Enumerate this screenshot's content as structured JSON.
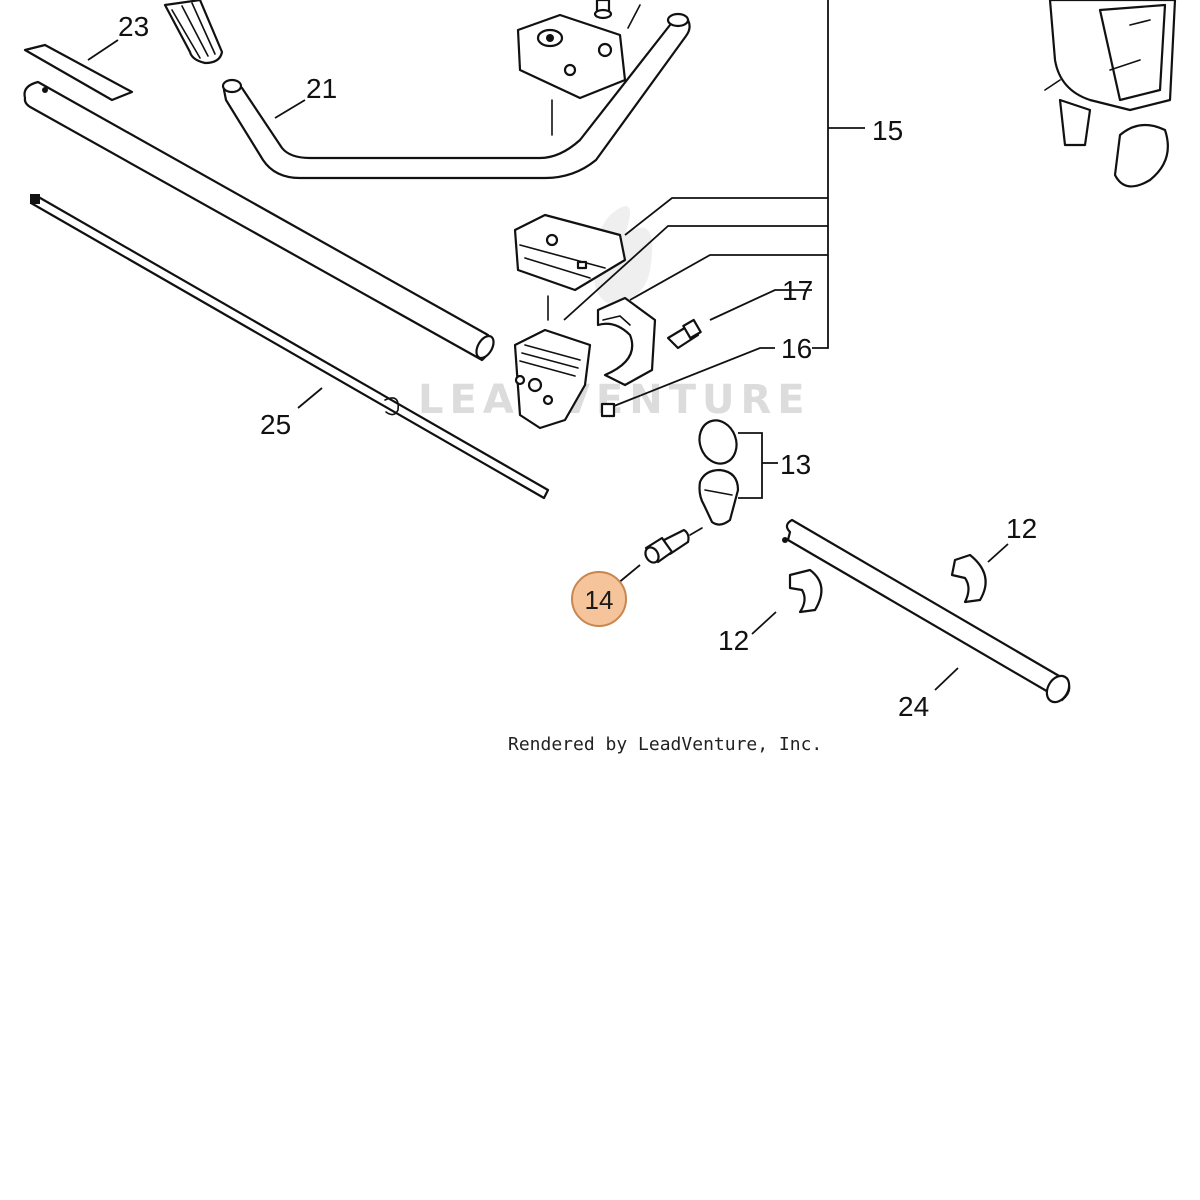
{
  "diagram": {
    "callouts": {
      "p23": "23",
      "p21": "21",
      "p15": "15",
      "p17": "17",
      "p16": "16",
      "p25": "25",
      "p13": "13",
      "p14": "14",
      "p12a": "12",
      "p12b": "12",
      "p24": "24"
    },
    "highlighted_callout": "14",
    "highlight_color": "#F5C49A",
    "highlight_border_color": "#C8874F",
    "watermark": "LEADVENTURE",
    "footer": "Rendered by LeadVenture, Inc."
  }
}
